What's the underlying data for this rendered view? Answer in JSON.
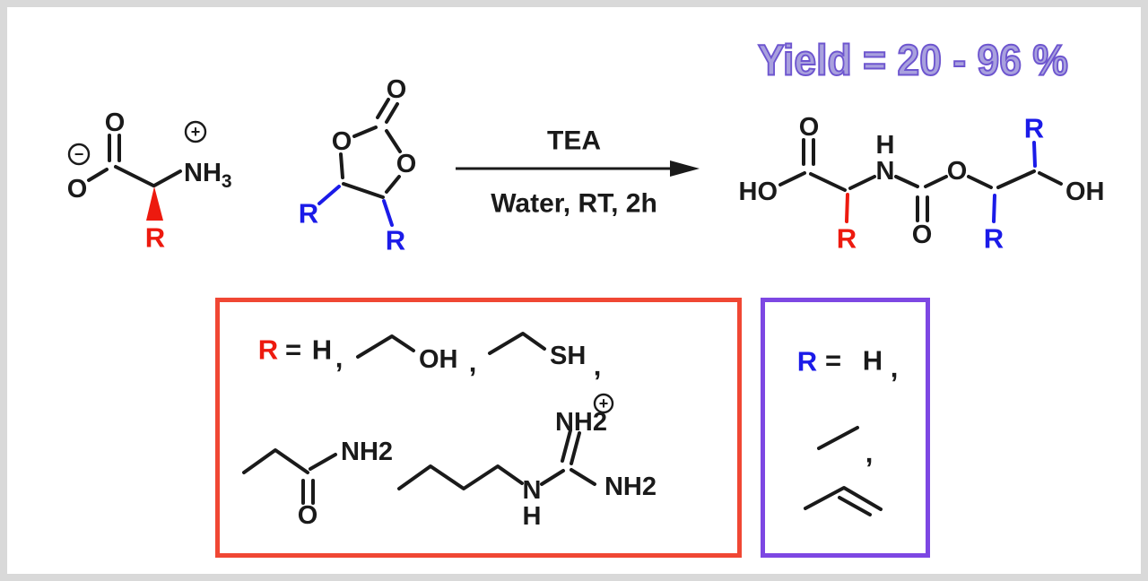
{
  "yield": {
    "text": "Yield = 20 - 96 %"
  },
  "arrow": {
    "reagent": "TEA",
    "conditions": "Water,  RT, 2h"
  },
  "colors": {
    "r_red": "#ed1a0f",
    "r_blue": "#1b1be8",
    "black": "#1a1a1a",
    "red_box_border": "#f04734",
    "purple_box_border": "#7d47e3",
    "yield_fill": "#a9a1de",
    "yield_stroke": "#6d55cf",
    "frame_gray": "#d9d9d9"
  },
  "reactant_amino_acid": {
    "labels": {
      "minus": "−",
      "o_minus": "O",
      "o_carbonyl": "O",
      "plus": "+",
      "nh": "NH",
      "nh_sub": "3",
      "r": "R"
    }
  },
  "reactant_cyclic_carbonate": {
    "labels": {
      "o_carbonyl": "O",
      "o_ring_left": "O",
      "o_ring_right": "O",
      "r_left": "R",
      "r_right": "R"
    }
  },
  "product_carbamate": {
    "labels": {
      "ho": "HO",
      "o_acid": "O",
      "r_alpha": "R",
      "h_amide": "H",
      "n_amide": "N",
      "o_carbamate": "O",
      "o_ester": "O",
      "r_blue_bottom": "R",
      "r_blue_top": "R",
      "oh": "OH"
    }
  },
  "red_box": {
    "r": "R",
    "equals": "=",
    "h": "H",
    "comma1": ",",
    "oh": "OH",
    "comma2": ",",
    "sh": "SH",
    "comma3": ",",
    "amide_nh2": "NH2",
    "amide_o": "O",
    "gua_nh2_top": "NH2",
    "gua_plus": "+",
    "gua_n": "N",
    "gua_h": "H",
    "gua_nh2_right": "NH2"
  },
  "purple_box": {
    "r": "R",
    "equals": "=",
    "h": "H",
    "comma1": ",",
    "comma2": ","
  }
}
